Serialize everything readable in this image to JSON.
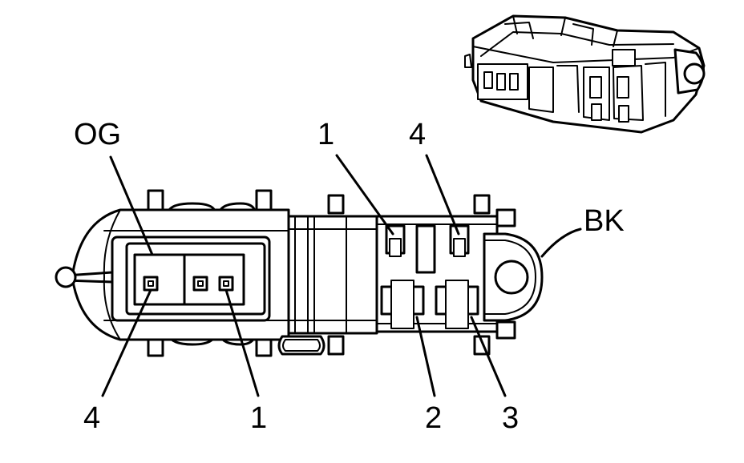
{
  "labels": {
    "og": "OG",
    "bk": "BK",
    "left_pin_4": "4",
    "left_pin_1": "1",
    "right_top_1": "1",
    "right_top_4": "4",
    "right_bottom_2": "2",
    "right_bottom_3": "3"
  }
}
